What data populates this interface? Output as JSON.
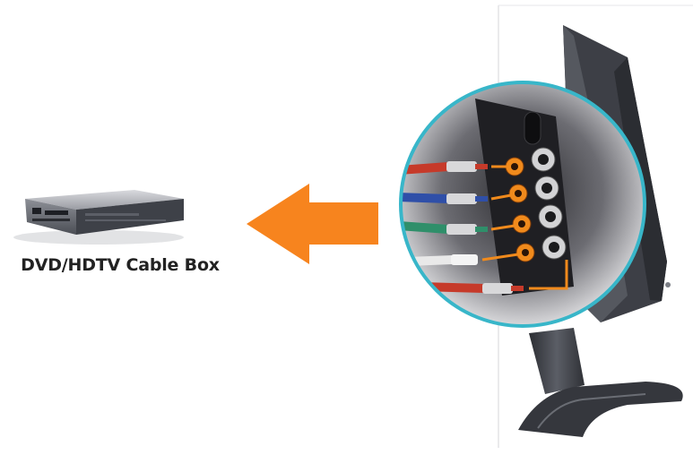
{
  "device": {
    "label": "DVD/HDTV Cable Box",
    "icon": "cable-box-icon"
  },
  "arrow": {
    "icon": "arrow-left-icon",
    "color": "#f7841e"
  },
  "monitor": {
    "icon": "monitor-icon",
    "color": "#3d3f46"
  },
  "zoom": {
    "ring_color": "#38b6c9",
    "ports": [
      "red",
      "blue",
      "green",
      "white",
      "red"
    ],
    "cable_colors": {
      "red": "#c63a2a",
      "blue": "#2f4fa8",
      "green": "#2f8f6a",
      "white": "#e9e9e9"
    },
    "jack_color": "#f08a1c"
  }
}
